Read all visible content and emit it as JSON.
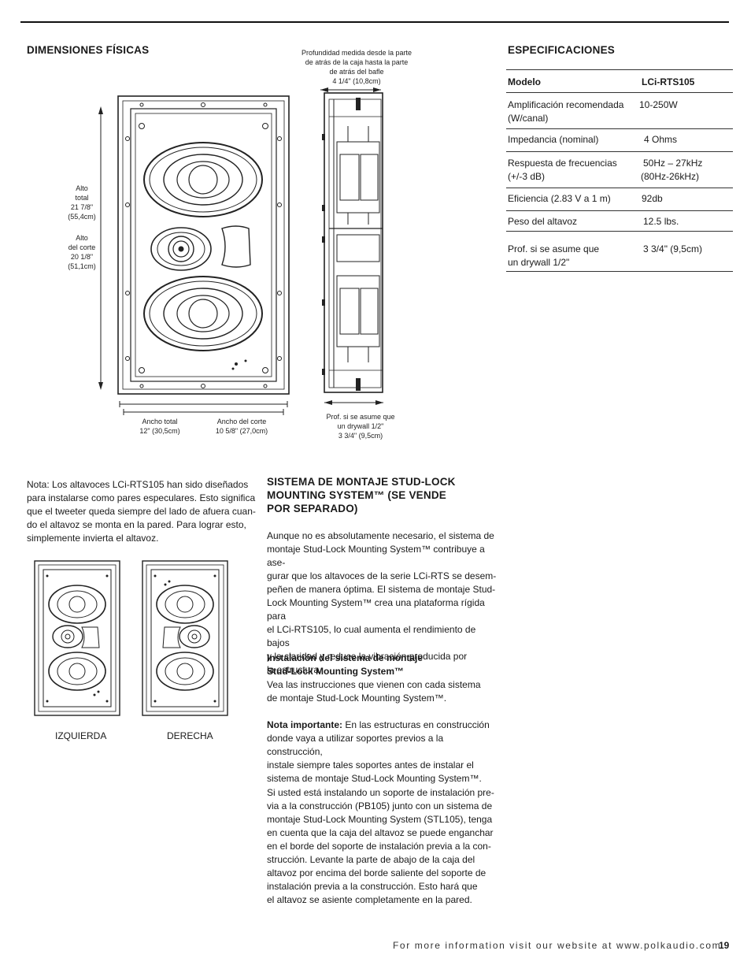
{
  "header": {
    "dimensions_title": "DIMENSIONES FÍSICAS",
    "specs_title": "ESPECIFICACIONES"
  },
  "diagram": {
    "depth_caption": [
      "Profundidad medida desde la parte",
      "de atrás de la caja hasta la parte",
      "de atrás del bafle",
      "4 1/4\" (10,8cm)"
    ],
    "height_total": [
      "Alto",
      "total",
      "21 7/8\"",
      "(55,4cm)"
    ],
    "height_cut": [
      "Alto",
      "del corte",
      "20 1/8\"",
      "(51,1cm)"
    ],
    "width_total": [
      "Ancho total",
      "12\" (30,5cm)"
    ],
    "width_cut": [
      "Ancho del corte",
      "10 5/8\" (27,0cm)"
    ],
    "drywall_depth": [
      "Prof. si se asume que",
      "un drywall 1/2\"",
      "3 3/4\" (9,5cm)"
    ]
  },
  "specs": {
    "model_label": "Modelo",
    "model_value": "LCi-RTS105",
    "rows": [
      {
        "label": [
          "Amplificación recomendada",
          "(W/canal)"
        ],
        "value": [
          "10-250W"
        ]
      },
      {
        "label": [
          "Impedancia (nominal)"
        ],
        "value": [
          "4 Ohms"
        ]
      },
      {
        "label": [
          "Respuesta de frecuencias",
          "(+/-3 dB)"
        ],
        "value": [
          "50Hz – 27kHz",
          "(80Hz-26kHz)"
        ]
      },
      {
        "label": [
          "Eficiencia (2.83 V a 1 m)"
        ],
        "value": [
          "92db"
        ]
      },
      {
        "label": [
          "Peso del altavoz"
        ],
        "value": [
          "12.5 lbs."
        ]
      },
      {
        "label": [
          "Prof. si se asume que",
          "un drywall 1/2\""
        ],
        "value": [
          "3 3/4\" (9,5cm)"
        ]
      }
    ]
  },
  "note": {
    "lines": [
      "Nota: Los altavoces LCi-RTS105 han sido diseñados",
      "para instalarse como pares especulares. Esto significa",
      "que el tweeter queda siempre del lado de afuera cuan-",
      "do el altavoz se monta en la pared. Para lograr esto,",
      "simplemente invierta el altavoz."
    ],
    "left_label": "IZQUIERDA",
    "right_label": "DERECHA"
  },
  "stud_lock": {
    "title": [
      "SISTEMA DE MONTAJE STUD-LOCK",
      "MOUNTING SYSTEM™ (SE VENDE",
      "POR SEPARADO)"
    ],
    "para1": [
      "Aunque no es absolutamente necesario, el sistema de",
      "montaje Stud-Lock Mounting System™ contribuye a ase-",
      "gurar que los altavoces de la serie LCi-RTS se desem-",
      "peñen de manera óptima. El sistema de montaje Stud-",
      "Lock Mounting System™ crea una plataforma rígida para",
      "el LCi-RTS105, lo cual aumenta el rendimiento de bajos",
      "y la claridad y reduce la vibración producida por",
      "la estructura."
    ],
    "install_title": [
      "Instalación del sistema de montaje",
      "Stud-Lock Mounting System™"
    ],
    "install_text": [
      "Vea las instrucciones que vienen con cada sistema",
      "de montaje Stud-Lock Mounting System™."
    ],
    "important_label": "Nota importante:",
    "important_text": [
      " En las estructuras en construcción",
      "donde vaya a utilizar soportes previos a la construcción,",
      "instale siempre tales soportes antes de instalar el",
      "sistema de montaje Stud-Lock Mounting System™."
    ],
    "para3": [
      "Si usted está instalando un soporte de instalación pre-",
      "via a la construcción (PB105) junto con un sistema de",
      "montaje Stud-Lock Mounting System (STL105), tenga",
      "en cuenta que la caja del altavoz se puede enganchar",
      "en el borde del soporte de instalación previa a la con-",
      "strucción. Levante la parte de abajo de la caja del",
      "altavoz por encima del borde saliente del soporte de",
      "instalación previa a la construcción. Esto hará que",
      "el altavoz se asiente completamente en la pared."
    ]
  },
  "footer": {
    "text": "For more information visit our website at www.polkaudio.com",
    "page": "19"
  }
}
